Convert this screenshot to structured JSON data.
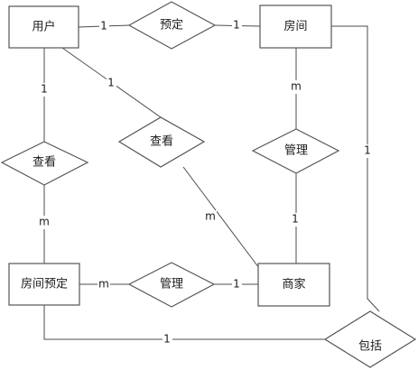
{
  "entities": {
    "user": "用户",
    "room": "房间",
    "booking": "房间预定",
    "merchant": "商家"
  },
  "relations": {
    "book": "预定",
    "view_left": "查看",
    "view_mid": "查看",
    "manage_right": "管理",
    "manage_bottom": "管理",
    "contain": "包括"
  },
  "cardinalities": {
    "user_book": "1",
    "book_room": "1",
    "user_view_left": "1",
    "view_left_booking": "m",
    "user_view_mid": "1",
    "view_mid_merchant": "m",
    "room_manage": "m",
    "manage_merchant": "1",
    "booking_manage": "m",
    "manage_merchant_bottom": "1",
    "room_contain": "1",
    "booking_contain": "1"
  }
}
